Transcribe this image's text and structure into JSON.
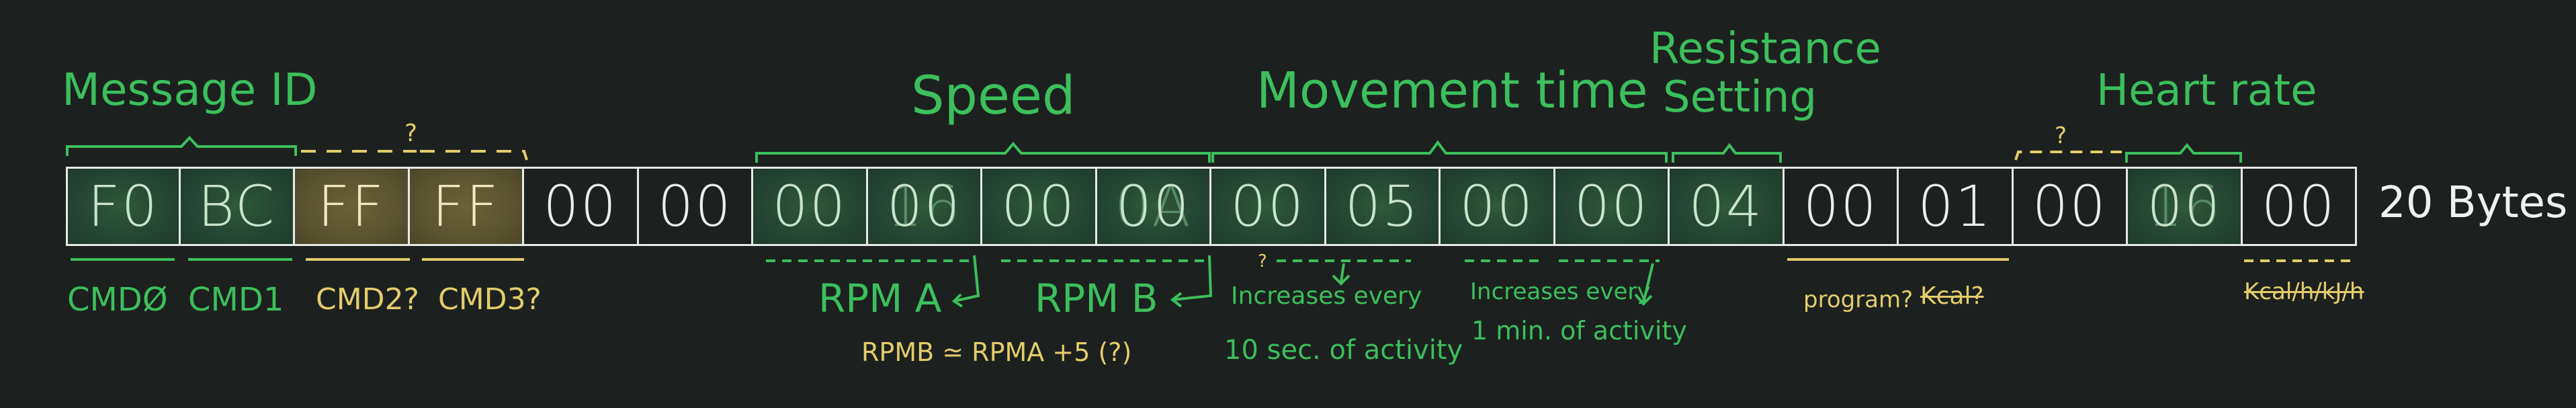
{
  "bytes": [
    {
      "text": "F0",
      "style": "green"
    },
    {
      "text": "BC",
      "style": "green"
    },
    {
      "text": "FF",
      "style": "yellow"
    },
    {
      "text": "FF",
      "style": "yellow"
    },
    {
      "text": "00",
      "style": "none"
    },
    {
      "text": "00",
      "style": "none"
    },
    {
      "text": "00",
      "style": "green"
    },
    {
      "text": "00",
      "style": "green",
      "ghost": "16"
    },
    {
      "text": "00",
      "style": "green"
    },
    {
      "text": "00",
      "style": "green",
      "ghost": "0A"
    },
    {
      "text": "00",
      "style": "green"
    },
    {
      "text": "05",
      "style": "green"
    },
    {
      "text": "00",
      "style": "green"
    },
    {
      "text": "00",
      "style": "green"
    },
    {
      "text": "04",
      "style": "green"
    },
    {
      "text": "00",
      "style": "none"
    },
    {
      "text": "01",
      "style": "none"
    },
    {
      "text": "00",
      "style": "none"
    },
    {
      "text": "00",
      "style": "green",
      "ghost": "16"
    },
    {
      "text": "00",
      "style": "none"
    }
  ],
  "size_label": "20 Bytes",
  "top_labels": {
    "message_id": "Message ID",
    "unknown_1": "?",
    "speed": "Speed",
    "movement_time": "Movement time",
    "resistance_line1": "Resistance",
    "resistance_line2": "Setting",
    "unknown_2": "?",
    "heart_rate": "Heart rate"
  },
  "bottom_labels": {
    "cmd0": "CMDØ",
    "cmd1": "CMD1",
    "cmd2": "CMD2?",
    "cmd3": "CMD3?",
    "rpm_a": "RPM A",
    "rpm_b": "RPM B",
    "rpm_note": "RPMB ≃ RPMA +5 (?)",
    "time_small_question": "?",
    "time_a_line1": "Increases every",
    "time_a_line2": "10 sec. of activity",
    "time_b_line1": "Increases every",
    "time_b_line2": "1 min. of activity",
    "program": "program?",
    "kcal": "Kcal?",
    "struck_unit": "Kcal/h/kJ/h"
  },
  "colors": {
    "green": "#3cbf5c",
    "yellow": "#e3cc6a",
    "white": "#f0f0f0",
    "background": "#1c211f"
  }
}
